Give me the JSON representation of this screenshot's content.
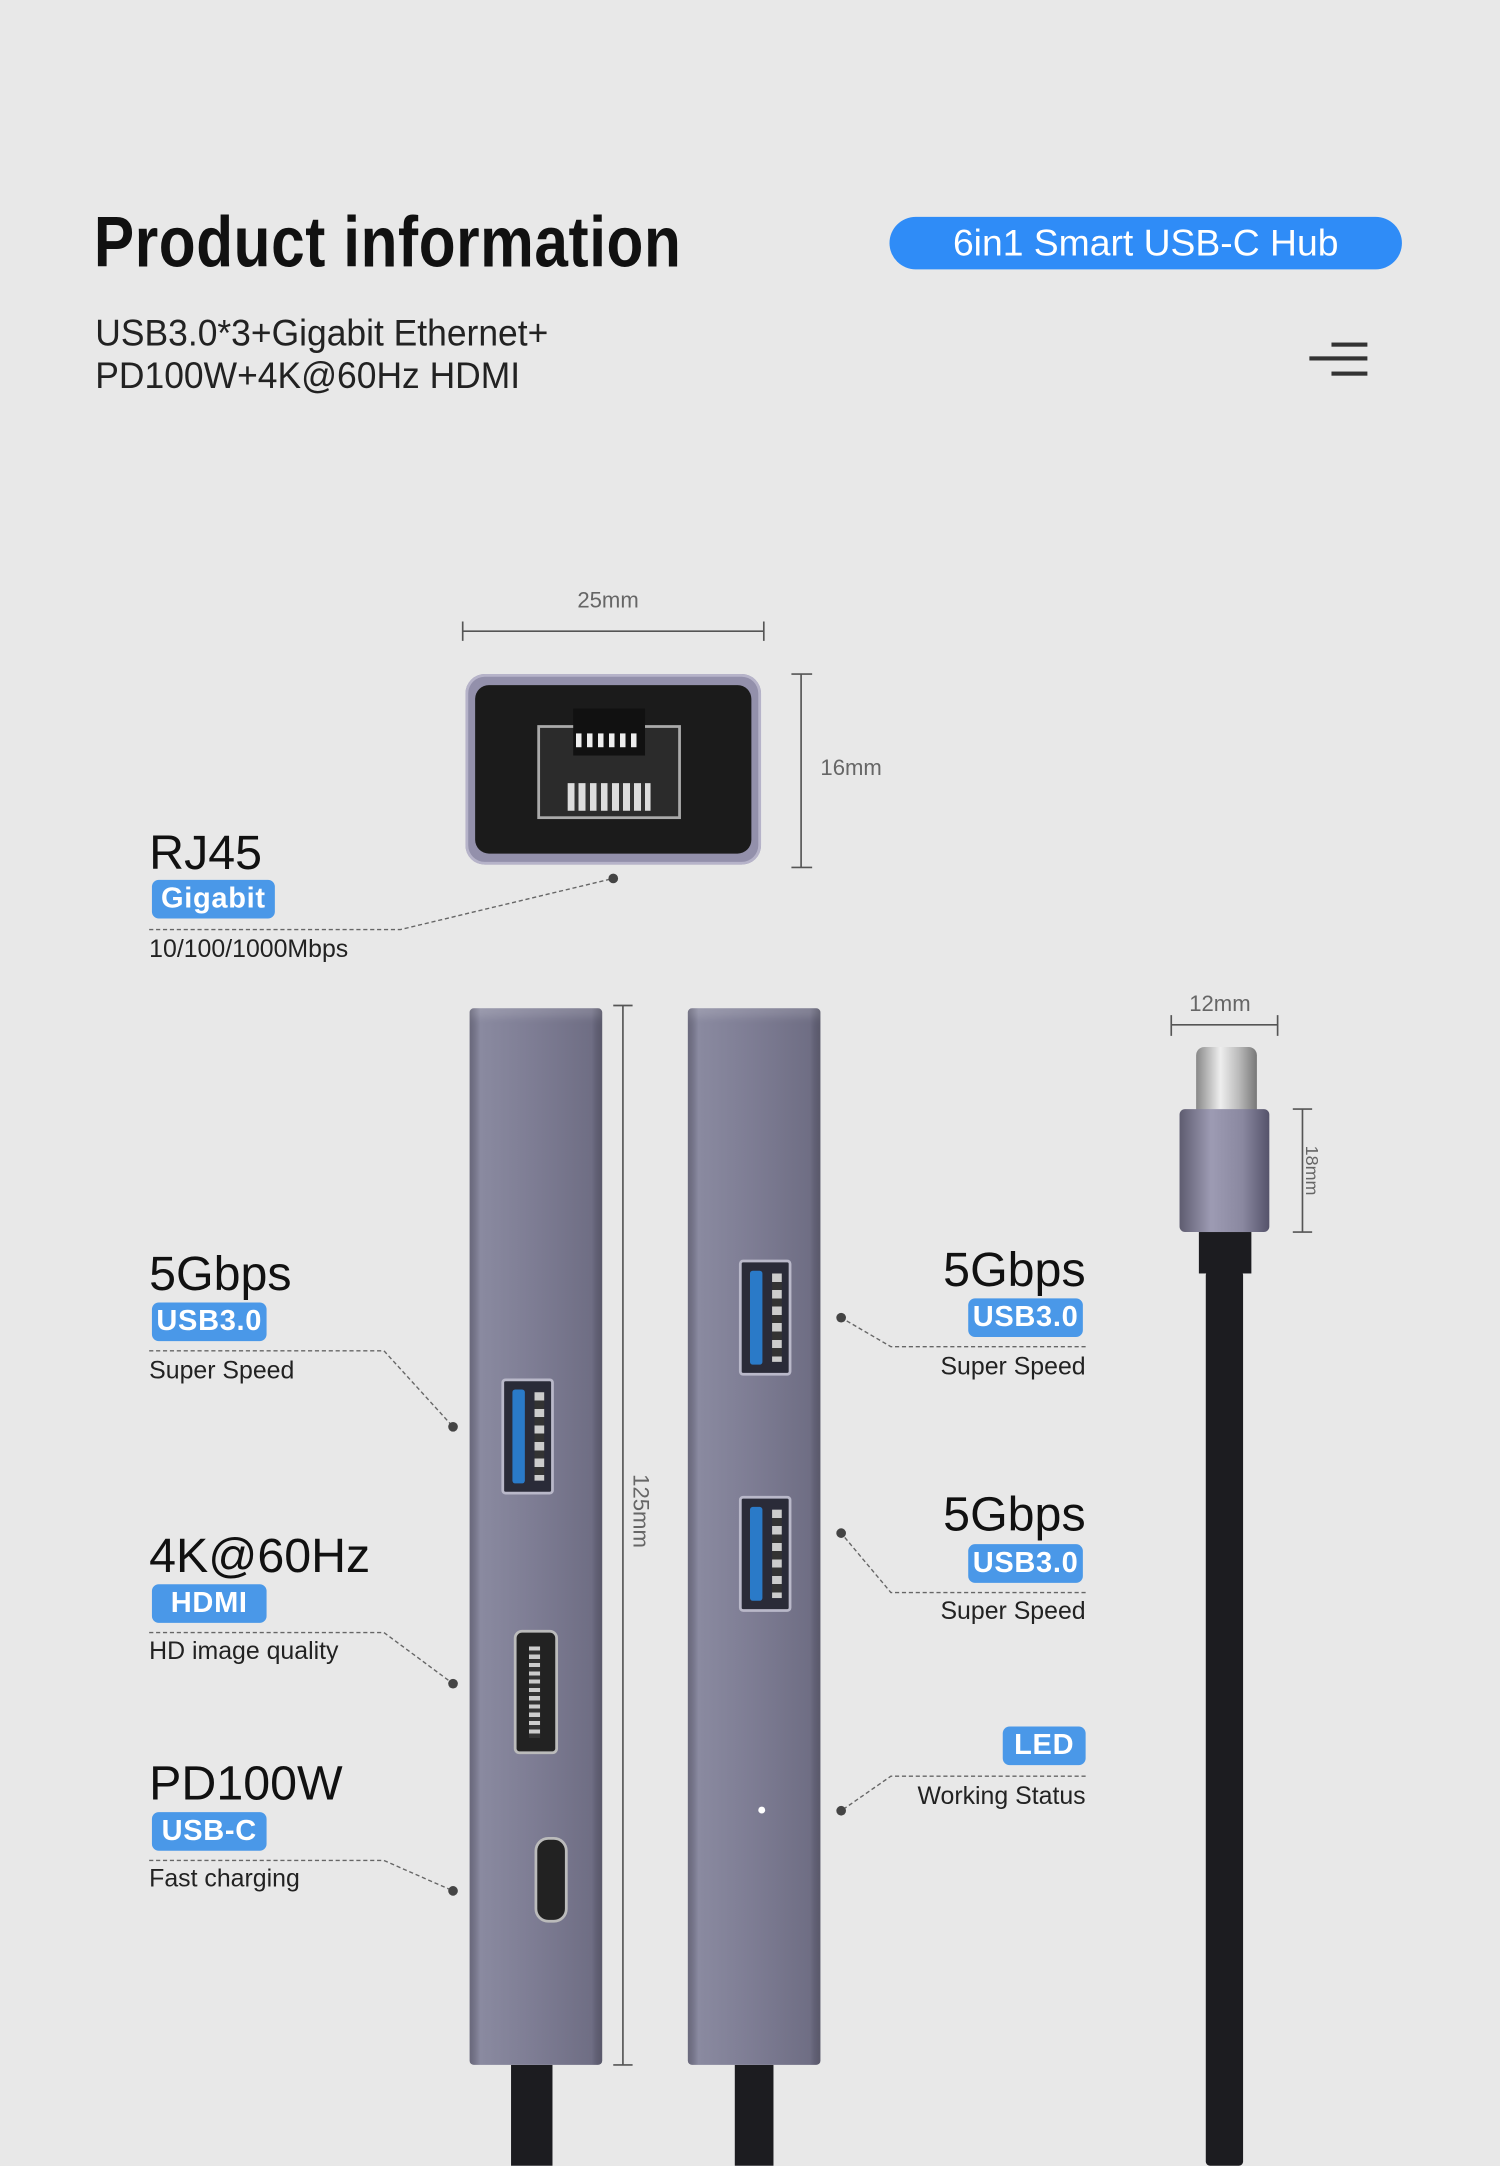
{
  "header": {
    "title": "Product information",
    "badge": "6in1 Smart USB-C Hub",
    "subtitle_line1": "USB3.0*3+Gigabit Ethernet+",
    "subtitle_line2": "PD100W+4K@60Hz HDMI"
  },
  "dimensions": {
    "width": "25mm",
    "height": "16mm",
    "length": "125mm",
    "plug_width": "12mm",
    "plug_height": "18mm"
  },
  "colors": {
    "accent": "#2f8cf7",
    "badge": "#4a98e8",
    "background": "#e8e8e8"
  },
  "features": {
    "rj45": {
      "title": "RJ45",
      "badge": "Gigabit",
      "desc": "10/100/1000Mbps"
    },
    "usb_left": {
      "title": "5Gbps",
      "badge": "USB3.0",
      "desc": "Super Speed"
    },
    "hdmi": {
      "title": "4K@60Hz",
      "badge": "HDMI",
      "desc": "HD image quality"
    },
    "pd": {
      "title": "PD100W",
      "badge": "USB-C",
      "desc": "Fast charging"
    },
    "usb_right1": {
      "title": "5Gbps",
      "badge": "USB3.0",
      "desc": "Super Speed"
    },
    "usb_right2": {
      "title": "5Gbps",
      "badge": "USB3.0",
      "desc": "Super Speed"
    },
    "led": {
      "badge": "LED",
      "desc": "Working Status"
    }
  }
}
